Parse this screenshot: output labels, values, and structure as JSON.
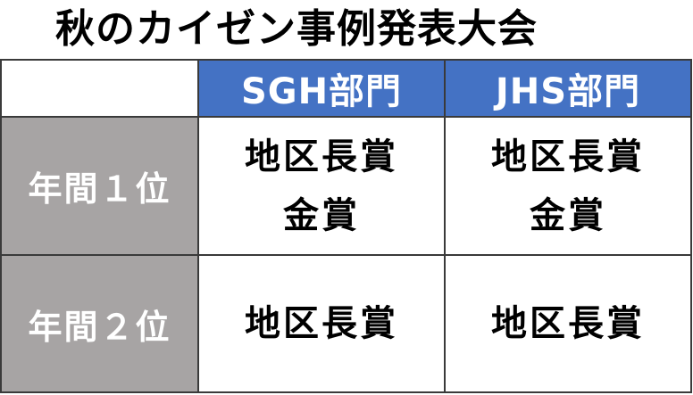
{
  "title": "秋のカイゼン事例発表大会",
  "table": {
    "corner": "",
    "columns": [
      "SGH部門",
      "JHS部門"
    ],
    "rows": [
      {
        "label": "年間１位",
        "cells": [
          [
            "地区長賞",
            "金賞"
          ],
          [
            "地区長賞",
            "金賞"
          ]
        ]
      },
      {
        "label": "年間２位",
        "cells": [
          [
            "地区長賞"
          ],
          [
            "地区長賞"
          ]
        ]
      }
    ]
  },
  "colors": {
    "header_blue": "#4472c4",
    "row_header_gray": "#a7a4a4",
    "border": "#3a3a3a"
  }
}
